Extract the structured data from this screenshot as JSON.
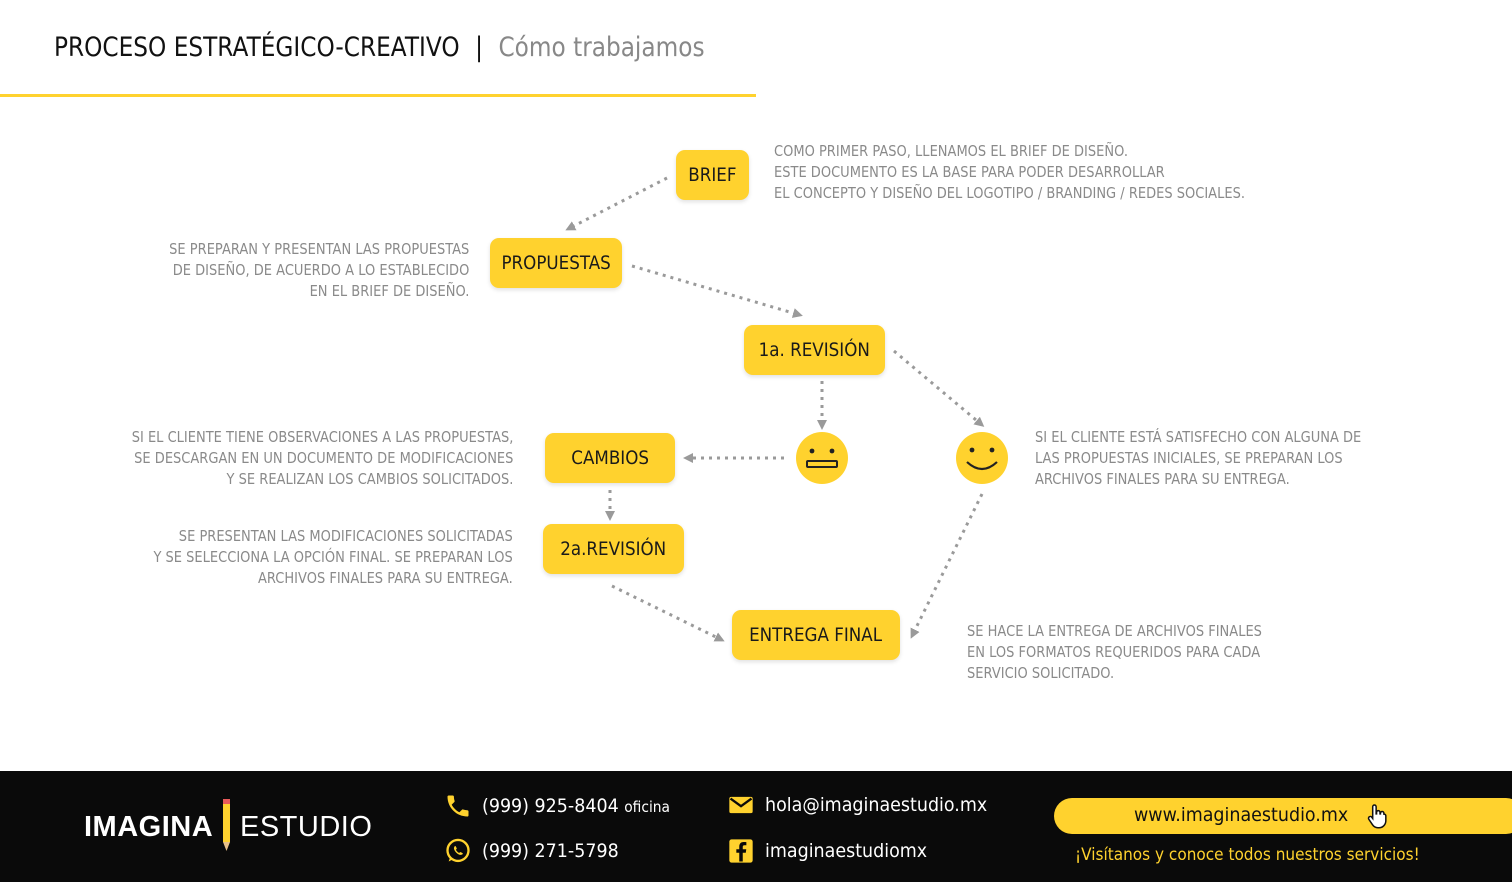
{
  "header": {
    "title": "PROCESO ESTRATÉGICO-CREATIVO",
    "separator": "|",
    "subtitle": "Cómo trabajamos"
  },
  "steps": {
    "brief": "BRIEF",
    "propuestas": "PROPUESTAS",
    "revision1": "1a. REVISIÓN",
    "cambios": "CAMBIOS",
    "revision2": "2a.REVISIÓN",
    "entrega": "ENTREGA FINAL"
  },
  "descriptions": {
    "brief": [
      "COMO PRIMER PASO, LLENAMOS EL BRIEF DE DISEÑO.",
      "ESTE DOCUMENTO ES LA BASE PARA PODER DESARROLLAR",
      "EL CONCEPTO Y DISEÑO DEL LOGOTIPO / BRANDING / REDES SOCIALES."
    ],
    "propuestas": [
      "SE PREPARAN Y PRESENTAN LAS PROPUESTAS",
      "DE DISEÑO, DE ACUERDO A LO ESTABLECIDO",
      "EN EL BRIEF DE DISEÑO."
    ],
    "cambios": [
      "SI EL CLIENTE TIENE OBSERVACIONES A LAS PROPUESTAS,",
      "SE DESCARGAN EN UN DOCUMENTO DE MODIFICACIONES",
      "Y SE REALIZAN LOS CAMBIOS SOLICITADOS."
    ],
    "satisfecho": [
      "SI EL CLIENTE ESTÁ SATISFECHO CON ALGUNA DE",
      "LAS PROPUESTAS INICIALES, SE PREPARAN LOS",
      "ARCHIVOS FINALES PARA SU ENTREGA."
    ],
    "revision2": [
      "SE PRESENTAN LAS MODIFICACIONES SOLICITADAS",
      "Y SE SELECCIONA LA OPCIÓN FINAL. SE PREPARAN LOS",
      "ARCHIVOS FINALES PARA SU ENTREGA."
    ],
    "entrega": [
      "SE HACE LA ENTREGA DE ARCHIVOS FINALES",
      "EN LOS FORMATOS REQUERIDOS PARA CADA",
      "SERVICIO SOLICITADO."
    ]
  },
  "faces": {
    "neutral": "neutral-face-icon",
    "happy": "happy-face-icon"
  },
  "footer": {
    "logo_word1": "IMAGINA",
    "logo_word2": "ESTUDIO",
    "phone": "(999) 925-8404",
    "phone_note": "oficina",
    "whatsapp": "(999) 271-5798",
    "email": "hola@imaginaestudio.mx",
    "facebook": "imaginaestudiomx",
    "website": "www.imaginaestudio.mx",
    "tagline": "¡Visítanos y conoce todos nuestros servicios!"
  },
  "colors": {
    "accent": "#ffd22e",
    "text_gray": "#8a8a8a",
    "footer_bg": "#0a0a0a",
    "arrow": "#9a9a9a"
  }
}
